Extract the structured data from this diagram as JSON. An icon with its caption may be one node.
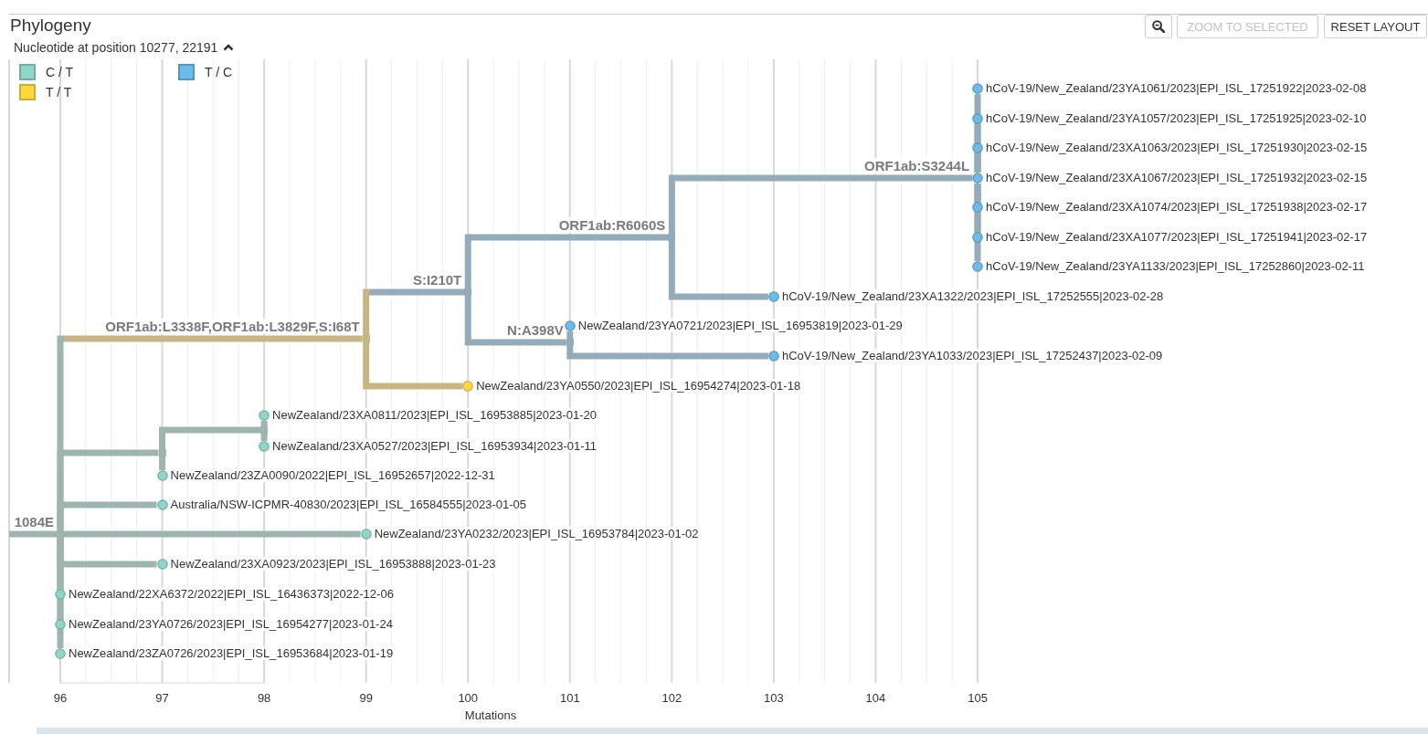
{
  "diagram": {
    "title": "Phylogeny",
    "nodes": [
      {
        "text": [],
        "shape": "circle",
        "beside": [
          "hCoV-19/New_Zealand/23YA1061/2023|EPI_ISL_17251922|2023-02-08"
        ]
      },
      {
        "text": [],
        "shape": "circle",
        "beside": [
          "hCoV-19/New_Zealand/23YA1057/2023|EPI_ISL_17251925|2023-02-10"
        ]
      },
      {
        "text": [],
        "shape": "circle",
        "beside": [
          "hCoV-19/New_Zealand/23XA1063/2023|EPI_ISL_17251930|2023-02-15"
        ]
      },
      {
        "text": [],
        "shape": "circle",
        "beside": [
          "hCoV-19/New_Zealand/23XA1067/2023|EPI_ISL_17251932|2023-02-15"
        ]
      },
      {
        "text": [],
        "shape": "circle",
        "beside": [
          "hCoV-19/New_Zealand/23XA1074/2023|EPI_ISL_17251938|2023-02-17"
        ]
      },
      {
        "text": [],
        "shape": "circle",
        "beside": [
          "hCoV-19/New_Zealand/23XA1077/2023|EPI_ISL_17251941|2023-02-17"
        ]
      },
      {
        "text": [],
        "shape": "junction"
      },
      {
        "text": [],
        "shape": "circle",
        "beside": [
          "hCoV-19/New_Zealand/23YA1133/2023|EPI_ISL_17252860|2023-02-11"
        ]
      },
      {
        "text": [],
        "shape": "junction"
      },
      {
        "text": [],
        "shape": "circle",
        "beside": [
          "hCoV-19/New_Zealand/23XA1322/2023|EPI_ISL_17252555|2023-02-28"
        ]
      },
      {
        "text": [],
        "shape": "circle",
        "beside": [
          "NewZealand/23YA0721/2023|EPI_ISL_16953819|2023-01-29"
        ]
      },
      {
        "text": [],
        "shape": "junction"
      },
      {
        "text": [],
        "shape": "junction"
      },
      {
        "text": [],
        "shape": "circle",
        "beside": [
          "hCoV-19/New_Zealand/23YA1033/2023|EPI_ISL_17252437|2023-02-09"
        ]
      },
      {
        "text": [],
        "shape": "circle",
        "beside": [
          "NewZealand/23YA0550/2023|EPI_ISL_16954274|2023-01-18"
        ]
      },
      {
        "text": [],
        "shape": "circle",
        "beside": [
          "NewZealand/23XA0811/2023|EPI_ISL_16953885|2023-01-20"
        ]
      },
      {
        "text": [],
        "shape": "junction"
      },
      {
        "text": [],
        "shape": "circle",
        "beside": [
          "NewZealand/23XA0527/2023|EPI_ISL_16953934|2023-01-11"
        ]
      },
      {
        "text": [],
        "shape": "junction"
      },
      {
        "text": [],
        "shape": "circle",
        "beside": [
          "NewZealand/23ZA0090/2022|EPI_ISL_16952657|2022-12-31"
        ]
      },
      {
        "text": [],
        "shape": "circle",
        "beside": [
          "Australia/NSW-ICPMR-40830/2023|EPI_ISL_16584555|2023-01-05"
        ]
      },
      {
        "text": [],
        "shape": "junction"
      },
      {
        "text": [],
        "shape": "circle",
        "beside": [
          "NewZealand/23YA0232/2023|EPI_ISL_16953784|2023-01-02"
        ]
      },
      {
        "text": [],
        "shape": "circle",
        "beside": [
          "NewZealand/23XA0923/2023|EPI_ISL_16953888|2023-01-23"
        ]
      },
      {
        "text": [],
        "shape": "circle",
        "beside": [
          "NewZealand/22XA6372/2022|EPI_ISL_16436373|2022-12-06"
        ]
      },
      {
        "text": [],
        "shape": "circle",
        "beside": [
          "NewZealand/23YA0726/2023|EPI_ISL_16954277|2023-01-24"
        ]
      },
      {
        "text": [],
        "shape": "circle",
        "beside": [
          "NewZealand/23ZA0726/2023|EPI_ISL_16953684|2023-01-19"
        ]
      }
    ],
    "edges": [
      {
        "from": null,
        "to": 21,
        "arrow": "none",
        "label": "1084E",
        "color": "#9eb5af"
      },
      {
        "from": 21,
        "to": 11,
        "arrow": "none",
        "label": "ORF1ab:L3338F,ORF1ab:L3829F,S:I68T",
        "color": "#c8b586"
      },
      {
        "from": 11,
        "to": 8,
        "arrow": "none",
        "label": "S:I210T"
      },
      {
        "from": 8,
        "to": 6,
        "arrow": "none",
        "label": "ORF1ab:R6060S"
      },
      {
        "from": 6,
        "to": 3,
        "arrow": "none",
        "label": "ORF1ab:S3244L"
      },
      {
        "from": 3,
        "to": 0,
        "arrow": "none"
      },
      {
        "from": 3,
        "to": 1,
        "arrow": "none"
      },
      {
        "from": 3,
        "to": 2,
        "arrow": "none"
      },
      {
        "from": 3,
        "to": 4,
        "arrow": "none"
      },
      {
        "from": 3,
        "to": 5,
        "arrow": "none"
      },
      {
        "from": 3,
        "to": 7,
        "arrow": "none"
      },
      {
        "from": 6,
        "to": 9,
        "arrow": "none"
      },
      {
        "from": 8,
        "to": 12,
        "arrow": "none",
        "label": "N:A398V"
      },
      {
        "from": 12,
        "to": 10,
        "arrow": "none"
      },
      {
        "from": 12,
        "to": 13,
        "arrow": "none"
      },
      {
        "from": 11,
        "to": 14,
        "arrow": "none",
        "color": "#c8b586"
      },
      {
        "from": 21,
        "to": 18,
        "arrow": "none",
        "color": "#9eb5af"
      },
      {
        "from": 18,
        "to": 16,
        "arrow": "none",
        "color": "#9eb5af"
      },
      {
        "from": 16,
        "to": 15,
        "arrow": "none",
        "color": "#9eb5af"
      },
      {
        "from": 16,
        "to": 17,
        "arrow": "none",
        "color": "#9eb5af"
      },
      {
        "from": 18,
        "to": 19,
        "arrow": "none",
        "color": "#9eb5af"
      },
      {
        "from": 21,
        "to": 20,
        "arrow": "none",
        "color": "#9eb5af"
      },
      {
        "from": 21,
        "to": 22,
        "arrow": "none",
        "color": "#9eb5af"
      },
      {
        "from": 21,
        "to": 23,
        "arrow": "none",
        "color": "#9eb5af"
      },
      {
        "from": 21,
        "to": 24,
        "arrow": "none",
        "color": "#9eb5af"
      },
      {
        "from": 21,
        "to": 25,
        "arrow": "none",
        "color": "#9eb5af"
      },
      {
        "from": 21,
        "to": 26,
        "arrow": "none",
        "color": "#9eb5af"
      }
    ],
    "labels": [
      "ZOOM TO SELECTED",
      "RESET LAYOUT",
      "Nucleotide at position 10277, 22191",
      "96",
      "97",
      "98",
      "99",
      "100",
      "101",
      "102",
      "103",
      "104",
      "105",
      "Mutations"
    ],
    "legend": [
      {
        "text": "C / T",
        "color": "#8ed7c8"
      },
      {
        "text": "T / C",
        "color": "#6dbbea"
      },
      {
        "text": "T / T",
        "color": "#fdd83f"
      }
    ]
  }
}
